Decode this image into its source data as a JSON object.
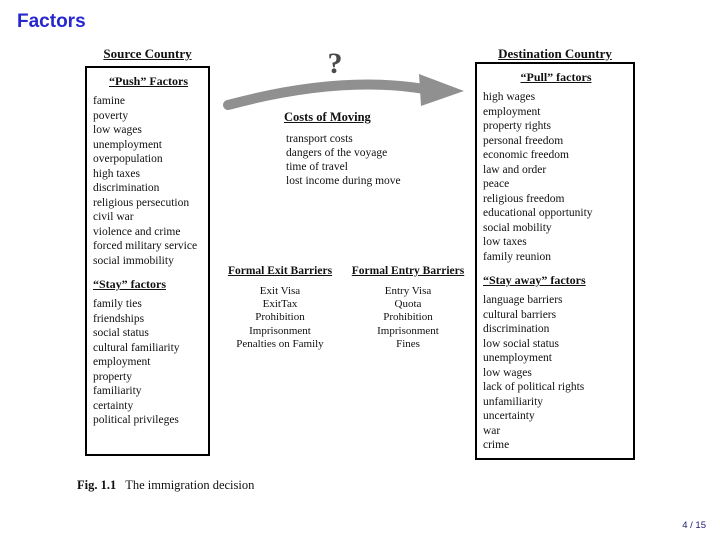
{
  "slide": {
    "title": "Factors",
    "page_number": "4 / 15",
    "caption": {
      "label": "Fig. 1.1",
      "text": "The immigration decision"
    }
  },
  "source_country": {
    "header": "Source Country",
    "push": {
      "title": "“Push” Factors",
      "items": [
        "famine",
        "poverty",
        "low wages",
        "unemployment",
        "overpopulation",
        "high taxes",
        "discrimination",
        "religious persecution",
        "civil war",
        "violence and crime",
        "forced military service",
        "social immobility"
      ]
    },
    "stay": {
      "title": "“Stay” factors",
      "items": [
        "family ties",
        "friendships",
        "social status",
        "cultural familiarity",
        "employment",
        "property",
        "familiarity",
        "certainty",
        "political privileges"
      ]
    }
  },
  "destination_country": {
    "header": "Destination Country",
    "pull": {
      "title": "“Pull” factors",
      "items": [
        "high wages",
        "employment",
        "property rights",
        "personal freedom",
        "economic freedom",
        "law and order",
        "peace",
        "religious freedom",
        "educational opportunity",
        "social mobility",
        "low taxes",
        "family reunion"
      ]
    },
    "stay_away": {
      "title": "“Stay away” factors",
      "items": [
        "language barriers",
        "cultural barriers",
        "discrimination",
        "low social status",
        "unemployment",
        "low wages",
        "lack of political rights",
        "unfamiliarity",
        "uncertainty",
        "war",
        "crime"
      ]
    }
  },
  "middle": {
    "question_mark": "?",
    "costs": {
      "title": "Costs of Moving",
      "items": [
        "transport costs",
        "dangers of the voyage",
        "time of travel",
        "lost income during move"
      ]
    },
    "exit_barriers": {
      "title": "Formal Exit Barriers",
      "items": [
        "Exit Visa",
        "ExitTax",
        "Prohibition",
        "Imprisonment",
        "Penalties on Family"
      ]
    },
    "entry_barriers": {
      "title": "Formal Entry Barriers",
      "items": [
        "Entry Visa",
        "Quota",
        "Prohibition",
        "Imprisonment",
        "Fines"
      ]
    }
  },
  "colors": {
    "title_blue": "#2727cf",
    "arrow_gray": "#909090",
    "page_number_navy": "#1b1b6e"
  }
}
